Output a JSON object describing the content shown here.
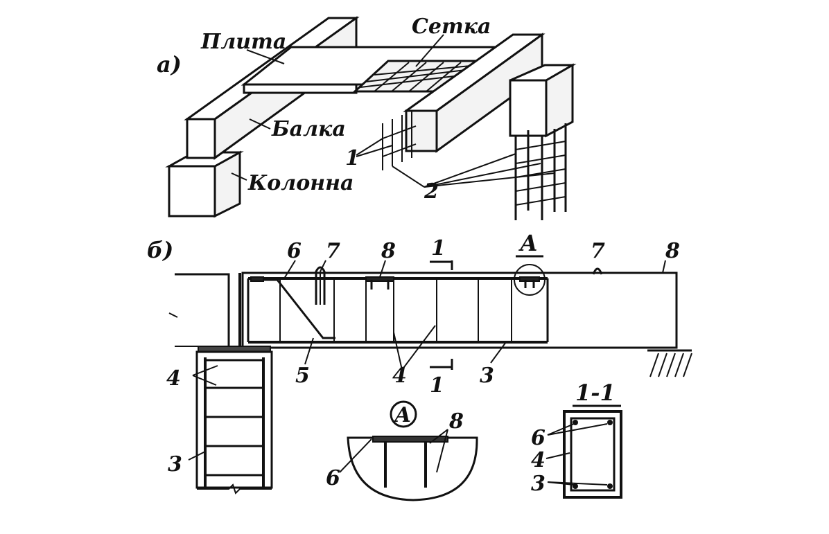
{
  "part_a": {
    "label": "а)",
    "plate": "Плита",
    "mesh": "Сетка",
    "beam": "Балка",
    "column": "Колонна",
    "callout_1": "1",
    "callout_2": "2"
  },
  "part_b": {
    "label": "б)",
    "n6": "6",
    "n7_left": "7",
    "n8_mid": "8",
    "section_top": "1",
    "node_a": "А",
    "n7_right": "7",
    "n8_right": "8",
    "n4_left": "4",
    "n3_left": "3",
    "n5": "5",
    "n4_mid": "4",
    "section_bottom": "1",
    "n3_mid": "3"
  },
  "detail_a": {
    "label": "А",
    "n8": "8",
    "n6": "6"
  },
  "section_1_1": {
    "title": "1-1",
    "n6": "6",
    "n4": "4",
    "n3": "3"
  }
}
